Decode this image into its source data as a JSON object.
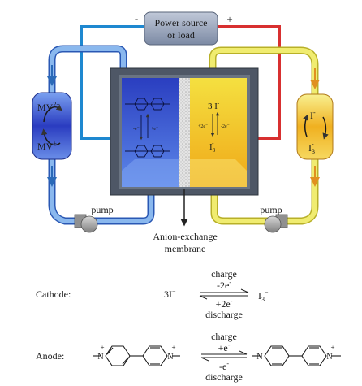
{
  "power_box": {
    "line1": "Power source",
    "line2": "or load",
    "minus": "-",
    "plus": "+"
  },
  "left_tank": {
    "top_label": "MV",
    "top_sup": "2+",
    "bottom_label": "MV",
    "bottom_sup": "+"
  },
  "right_tank": {
    "top_label": "I",
    "top_sup": "-",
    "bottom_label": "I",
    "bottom_sub": "3",
    "bottom_sup": "-"
  },
  "cell": {
    "left_ea": "-e⁻",
    "left_eb": "+e⁻",
    "right_top_coef": "3 I",
    "right_top_sup": "-",
    "right_ea": "+2e⁻",
    "right_eb": "-2e⁻",
    "right_bottom": "I",
    "right_bottom_sub": "3",
    "right_bottom_sup": "-"
  },
  "pumps": {
    "left": "pump",
    "right": "pump"
  },
  "membrane": {
    "line1": "Anion-exchange",
    "line2": "membrane"
  },
  "cathode": {
    "label": "Cathode:",
    "left_coef": "3I",
    "left_sup": "−",
    "charge": "charge",
    "top_e": "-2e",
    "top_e_sup": "-",
    "bottom_e": "+2e",
    "bottom_e_sup": "-",
    "discharge": "discharge",
    "right_species": "I",
    "right_sub": "3",
    "right_sup": "−"
  },
  "anode": {
    "label": "Anode:",
    "charge": "charge",
    "top_e": "+e",
    "top_e_sup": "-",
    "bottom_e": "-e",
    "bottom_e_sup": "-",
    "discharge": "discharge",
    "n_left": "N",
    "n_right": "N",
    "plus": "+"
  },
  "colors": {
    "blue": "#3a58c8",
    "yellow": "#f0c020",
    "red": "#d83030",
    "cyan": "#2e9ed8"
  }
}
